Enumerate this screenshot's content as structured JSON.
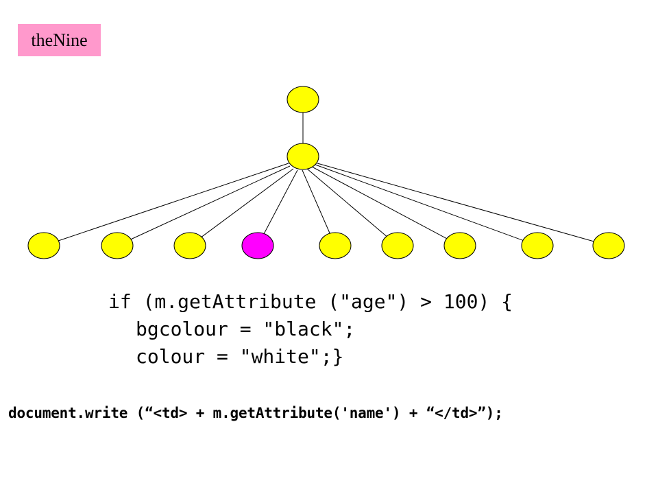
{
  "title_box": {
    "text": "theNine",
    "color": "#ff99cc"
  },
  "tree": {
    "node_color": "#ffff00",
    "highlight_color": "#ff00ff",
    "stroke_color": "#000000",
    "children_count": 9,
    "highlighted_child_index": 3
  },
  "code": {
    "line1": "if (m.getAttribute (\"age\") > 100) {",
    "line2": "bgcolour = \"black\";",
    "line3": "colour = \"white\";}"
  },
  "write_statement": "document.write (“<td> + m.getAttribute('name') + “</td>”);"
}
